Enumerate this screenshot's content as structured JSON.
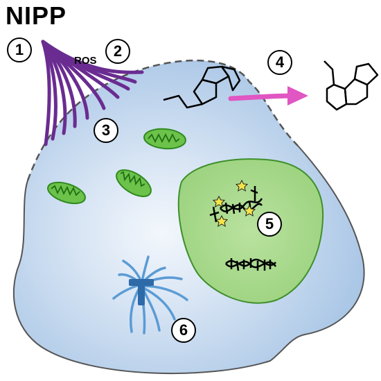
{
  "title": "NIPP",
  "ros_label": "ROS",
  "markers": [
    "1",
    "2",
    "3",
    "4",
    "5",
    "6"
  ],
  "colors": {
    "cell_fill": "#a9c6e6",
    "cell_center": "#f3f7fc",
    "cell_outline": "#555555",
    "plasma": "#6a2c91",
    "mitochondria_fill": "#6cc24a",
    "mitochondria_crista": "#2f8a1e",
    "nucleus_fill": "#a6d98a",
    "nucleus_edge": "#3e8f2a",
    "arrow": "#e056c2",
    "cytoskeleton": "#5a9bd5",
    "centrosome": "#2f6aa8",
    "damage_star": "#f3e44a"
  },
  "icons": [
    "plasma-jet-icon",
    "molecule-icon",
    "mitochondrion-icon",
    "dna-helix-icon",
    "star-icon",
    "cytoskeleton-icon",
    "arrow-icon"
  ]
}
